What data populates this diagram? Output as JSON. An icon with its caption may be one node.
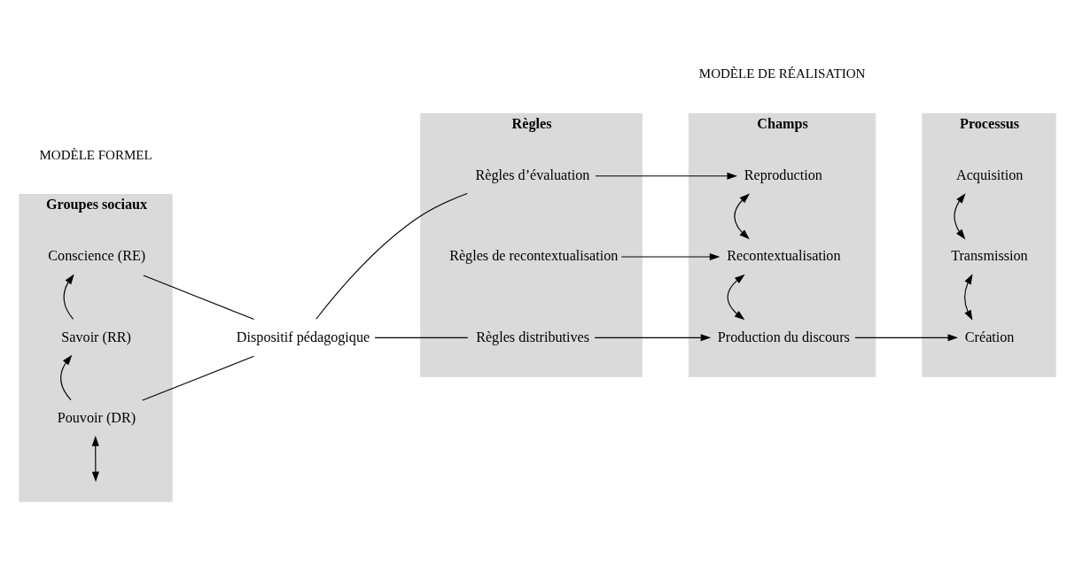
{
  "diagram": {
    "nodes": [
      {
        "text": [
          "Groupes sociaux"
        ]
      },
      {
        "text": [
          "Pouvoir (DR)"
        ],
        "in": 0
      },
      {
        "text": [
          "Savoir (RR)"
        ],
        "in": 0
      },
      {
        "text": [
          "Conscience (RE)"
        ],
        "in": 0
      },
      {
        "text": [
          "Dispositif pédagogique"
        ]
      },
      {
        "text": [
          "Règles"
        ]
      },
      {
        "text": [
          "Règles distributives"
        ],
        "in": 5
      },
      {
        "text": [
          "Règles de recontextualisation"
        ],
        "in": 5
      },
      {
        "text": [
          "Règles d’évaluation"
        ],
        "in": 5
      },
      {
        "text": [
          "Champs"
        ]
      },
      {
        "text": [
          "Production du discours"
        ],
        "in": 9
      },
      {
        "text": [
          "Recontextualisation"
        ],
        "in": 9
      },
      {
        "text": [
          "Reproduction"
        ],
        "in": 9
      },
      {
        "text": [
          "Processus"
        ]
      },
      {
        "text": [
          "Création"
        ],
        "in": 13
      },
      {
        "text": [
          "Transmission"
        ],
        "in": 13
      },
      {
        "text": [
          "Acquisition"
        ],
        "in": 13
      }
    ],
    "edges": [
      {
        "from": null,
        "to": 1,
        "arrow": "both"
      },
      {
        "from": 1,
        "to": 2,
        "arrow": "to"
      },
      {
        "from": 2,
        "to": 3,
        "arrow": "to"
      },
      {
        "from": 1,
        "to": 4,
        "arrow": "none"
      },
      {
        "from": 3,
        "to": 4,
        "arrow": "none"
      },
      {
        "from": 4,
        "to": 6,
        "arrow": "none"
      },
      {
        "from": 4,
        "to": 8,
        "arrow": "none"
      },
      {
        "from": 6,
        "to": 10,
        "arrow": "to"
      },
      {
        "from": 7,
        "to": 11,
        "arrow": "to"
      },
      {
        "from": 8,
        "to": 12,
        "arrow": "to"
      },
      {
        "from": 10,
        "to": 11,
        "arrow": "both"
      },
      {
        "from": 11,
        "to": 12,
        "arrow": "both"
      },
      {
        "from": 10,
        "to": 14,
        "arrow": "to"
      },
      {
        "from": 14,
        "to": 15,
        "arrow": "both"
      },
      {
        "from": 15,
        "to": 16,
        "arrow": "both"
      }
    ],
    "labels": [
      "MODÈLE FORMEL",
      "MODÈLE DE RÉALISATION"
    ]
  }
}
